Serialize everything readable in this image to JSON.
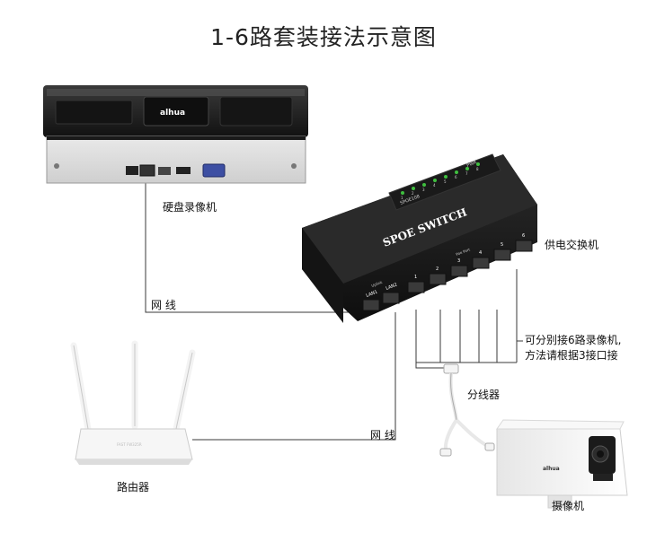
{
  "title": "1-6路套装接法示意图",
  "labels": {
    "nvr": "硬盘录像机",
    "switch": "供电交换机",
    "router": "路由器",
    "splitter": "分线器",
    "camera": "摄像机",
    "cable_top": "网 线",
    "cable_bottom": "网 线",
    "note_line1": "可分别接6路录像机,",
    "note_line2": "方法请根据3接口接"
  },
  "device_text": {
    "brand": "alhua",
    "switch_name": "SPOE SWITCH",
    "switch_model": "SPOE108",
    "pwr": "PWR",
    "lan1": "LAN1",
    "lan2": "LAN2",
    "uplink": "Uplink",
    "poe_port": "Poe Port",
    "port_numbers": [
      "1",
      "2",
      "3",
      "4",
      "5",
      "6"
    ],
    "led_numbers": [
      "1",
      "2",
      "3",
      "4",
      "5",
      "6",
      "7",
      "8"
    ],
    "camera_brand": "alhua",
    "router_brand": "FAST FW325R"
  },
  "colors": {
    "line": "#3a3a3a",
    "device_dark": "#1e1e1e",
    "device_white": "#f1f1f1"
  }
}
